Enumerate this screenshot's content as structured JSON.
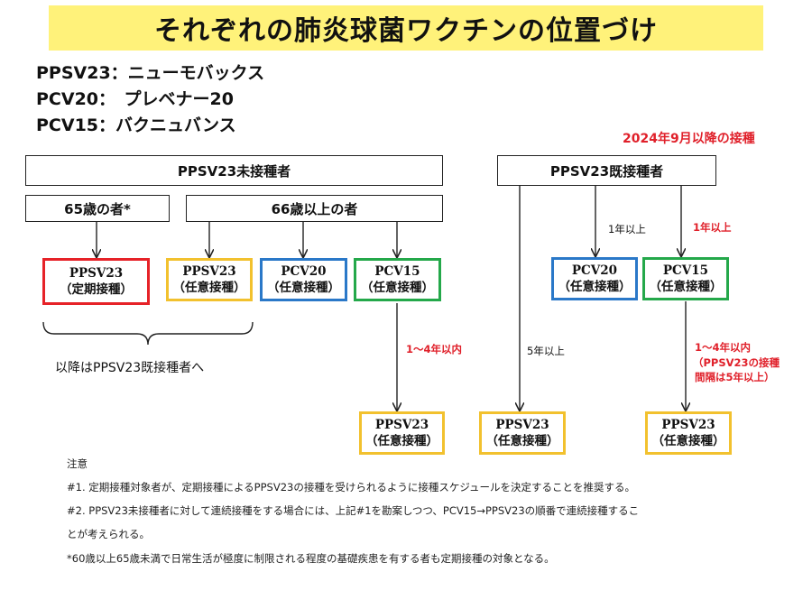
{
  "title": "それぞれの肺炎球菌ワクチンの位置づけ",
  "legend": [
    "PPSV23：ニューモバックス",
    "PCV20：　プレベナー20",
    "PCV15：バクニュバンス"
  ],
  "date_note": "2024年9月以降の接種",
  "groups": {
    "unvaccinated": "PPSV23未接種者",
    "vaccinated": "PPSV23既接種者",
    "age65": "65歳の者*",
    "age66": "66歳以上の者"
  },
  "boxes": {
    "ppsv23_routine": {
      "line1": "PPSV23",
      "line2": "（定期接種）"
    },
    "ppsv23_optional_a": {
      "line1": "PPSV23",
      "line2": "（任意接種）"
    },
    "pcv20_a": {
      "line1": "PCV20",
      "line2": "（任意接種）"
    },
    "pcv15_a": {
      "line1": "PCV15",
      "line2": "（任意接種）"
    },
    "pcv20_b": {
      "line1": "PCV20",
      "line2": "（任意接種）"
    },
    "pcv15_b": {
      "line1": "PCV15",
      "line2": "（任意接種）"
    },
    "ppsv23_after_pcv15_a": {
      "line1": "PPSV23",
      "line2": "（任意接種）"
    },
    "ppsv23_after_5yr": {
      "line1": "PPSV23",
      "line2": "（任意接種）"
    },
    "ppsv23_after_pcv15_b": {
      "line1": "PPSV23",
      "line2": "（任意接種）"
    }
  },
  "labels": {
    "after_routine": "以降はPPSV23既接種者へ",
    "interval_1to4_a": "1～4年以内",
    "interval_5yr": "5年以上",
    "interval_1yr_a": "1年以上",
    "interval_1yr_b": "1年以上",
    "interval_1to4_b": "1～4年以内",
    "interval_note_1": "（PPSV23の接種",
    "interval_note_2": "間隔は5年以上）"
  },
  "notes": [
    "注意",
    "#1. 定期接種対象者が、定期接種によるPPSV23の接種を受けられるように接種スケジュールを決定することを推奨する。",
    "#2. PPSV23未接種者に対して連続接種をする場合には、上記#1を勘案しつつ、PCV15→PPSV23の順番で連続接種するこ",
    "とが考えられる。",
    "*60歳以上65歳未満で日常生活が極度に制限される程度の基礎疾患を有する者も定期接種の対象となる。"
  ]
}
